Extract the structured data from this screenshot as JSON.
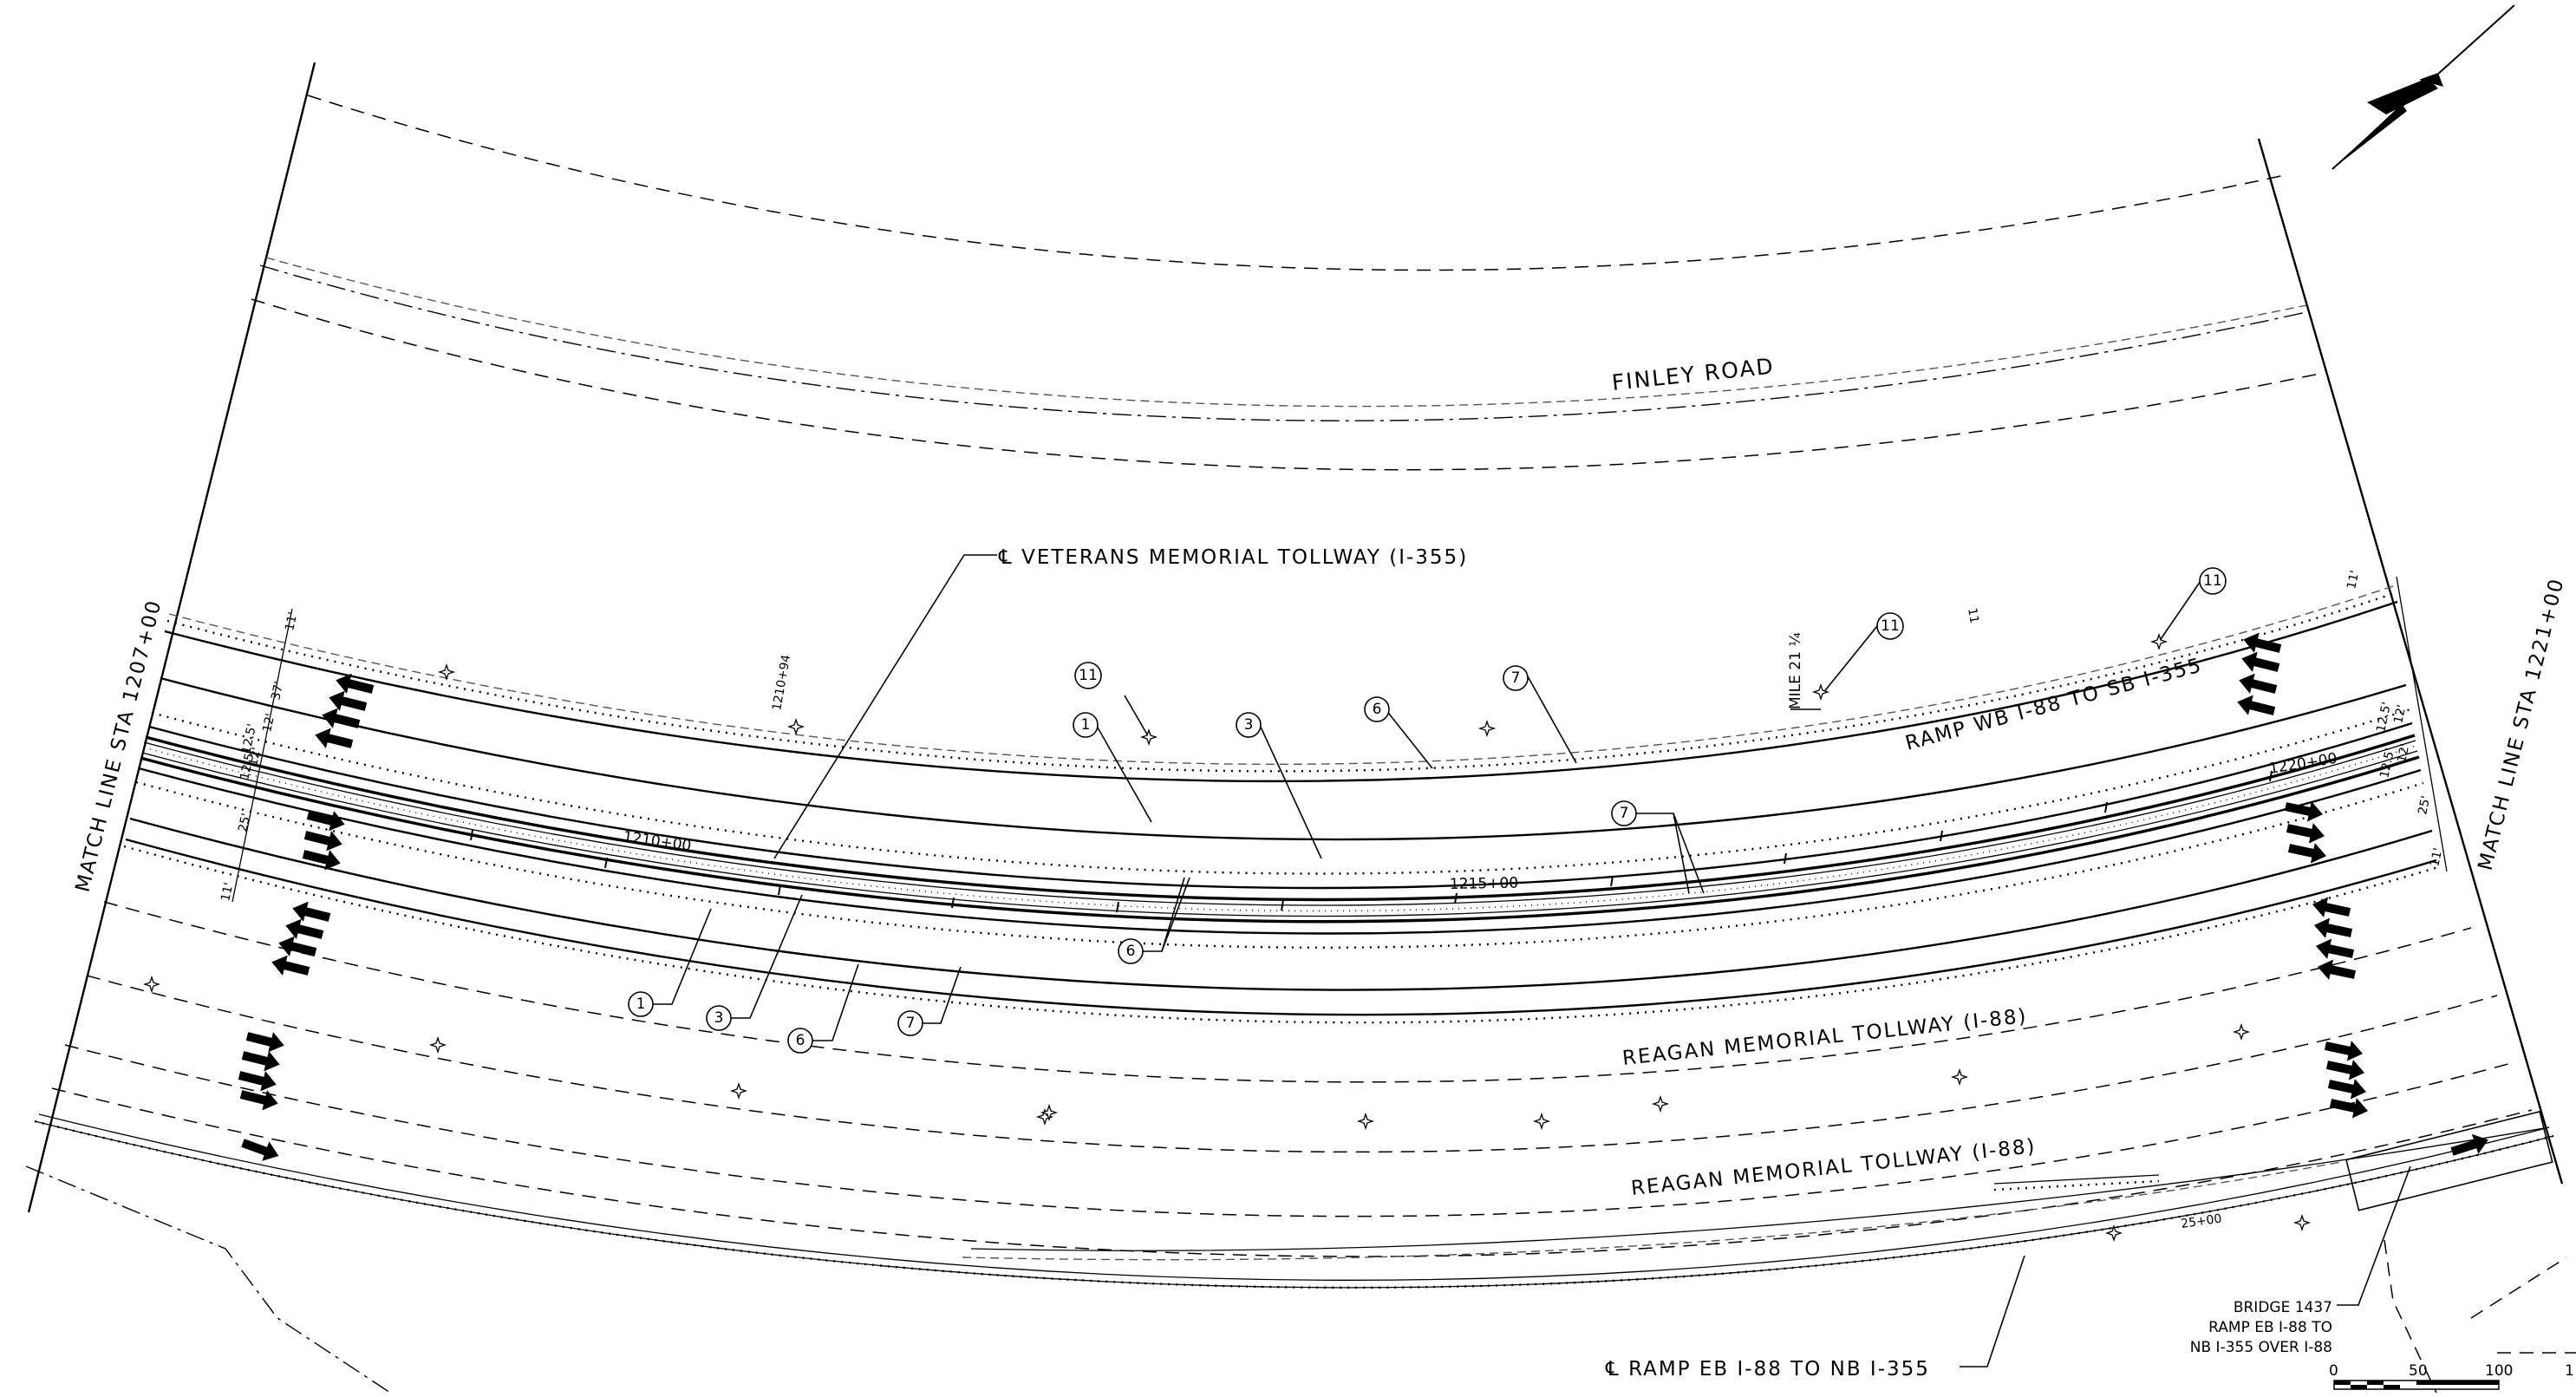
{
  "labels": {
    "finley_road": "FINLEY ROAD",
    "veterans": "℄ VETERANS MEMORIAL TOLLWAY (I-355)",
    "ramp_wb": "RAMP WB I-88 TO SB I-355",
    "reagan_1": "REAGAN MEMORIAL TOLLWAY (I-88)",
    "reagan_2": "REAGAN MEMORIAL TOLLWAY (I-88)",
    "ramp_eb": "℄ RAMP EB I-88 TO NB I-355",
    "match_left": "MATCH LINE STA 1207+00",
    "match_right": "MATCH LINE STA 1221+00",
    "mile": "MILE 21 ¼",
    "bridge_1": "BRIDGE 1437",
    "bridge_2": "RAMP EB I-88 TO",
    "bridge_3": "NB I-355 OVER I-88"
  },
  "stations": {
    "s1210": "1210+00",
    "s1215": "1215+00",
    "s1220": "1220+00",
    "s1210_94": "1210+94",
    "s25": "25+00"
  },
  "dimensions": {
    "left": [
      "11'",
      "37'",
      "12.5'",
      "12'",
      "12.5'",
      "12'",
      "25'",
      "11'"
    ],
    "right": [
      "11'",
      "12.5'",
      "12'",
      "12.5'",
      "12'",
      "25'",
      "11'"
    ]
  },
  "callouts": {
    "c1": "1",
    "c3": "3",
    "c6": "6",
    "c7": "7",
    "c11": "11"
  },
  "scale_bar": [
    "0",
    "50",
    "100",
    "1"
  ],
  "misc": {
    "tick_11": "11"
  }
}
